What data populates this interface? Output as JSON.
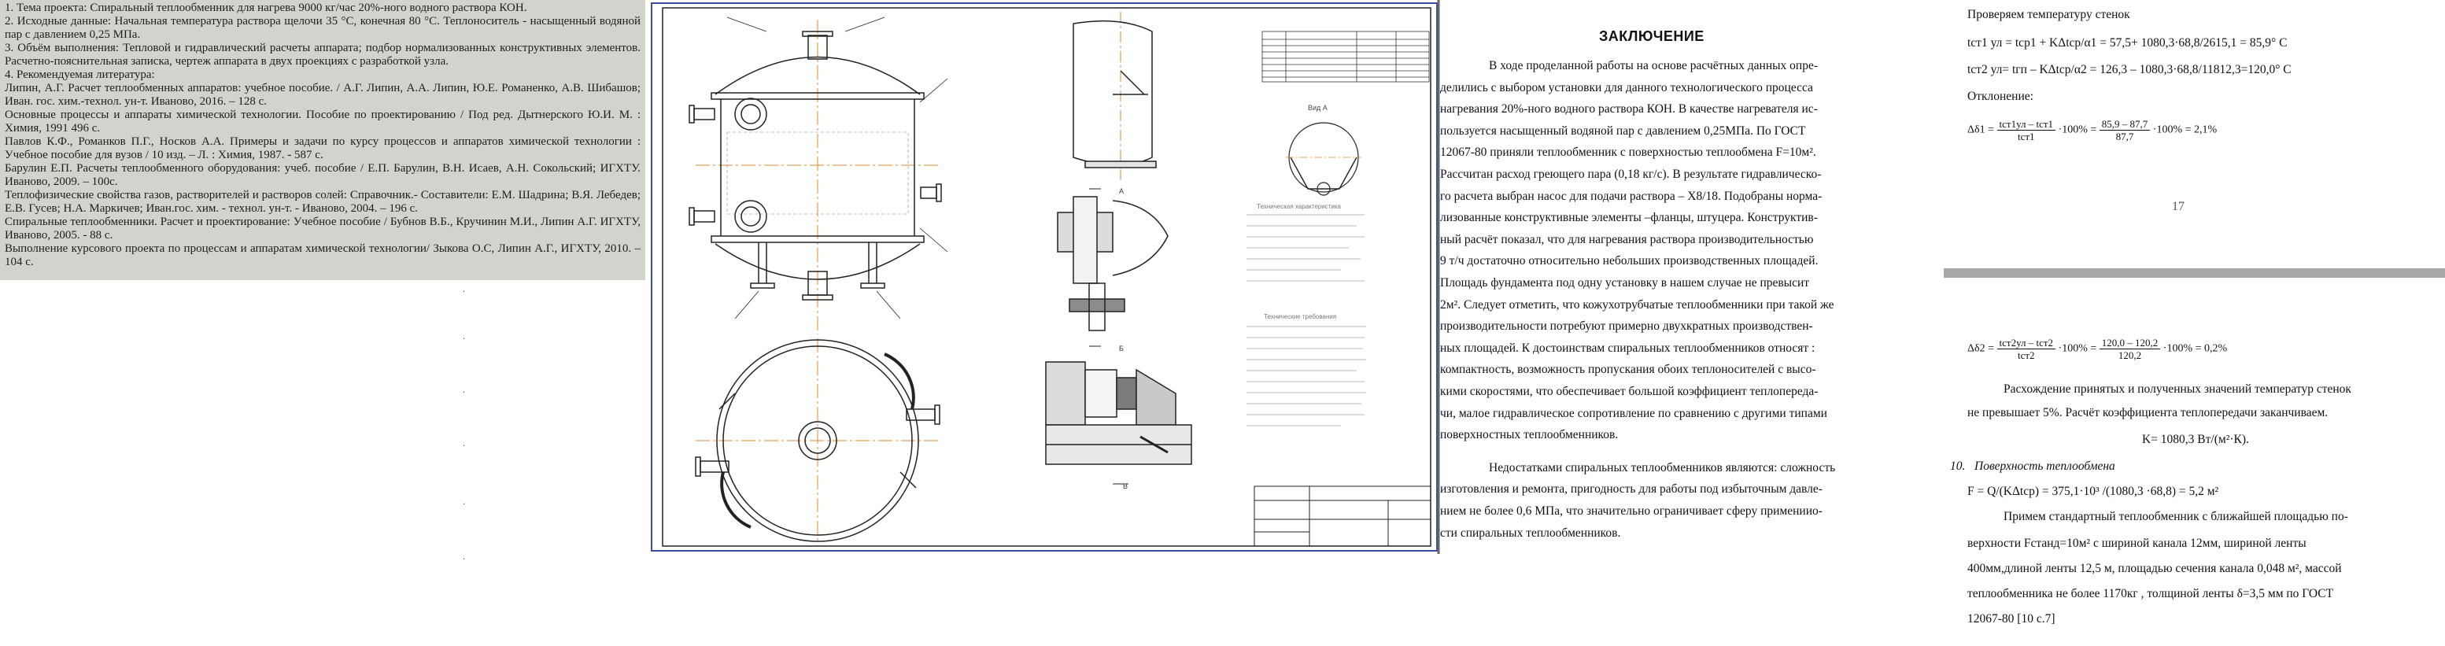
{
  "scan": {
    "paragraphs": [
      "1. Тема проекта:   Спиральный   теплообменник для нагрева 9000 кг/час 20%-ного водного раствора КОН.",
      "2. Исходные данные: Начальная температура раствора щелочи 35 °С, конечная 80 °С. Теплоноситель - насыщенный водяной пар с давлением 0,25 МПа.",
      "3. Объём выполнения: Тепловой и гидравлический расчеты аппарата; подбор нормализованных конструктивных элементов. Расчетно-пояснительная записка, чертеж аппарата в двух проекциях с разработкой узла.",
      "4. Рекомендуемая литература:",
      "Липин, А.Г. Расчет теплообменных аппаратов: учебное пособие. / А.Г. Липин, А.А. Липин, Ю.Е. Романенко, А.В. Шибашов; Иван. гос. хим.-технол. ун-т.   Иваново, 2016. – 128 с.",
      "Основные процессы и аппараты химической технологии. Пособие по проектированию / Под ред. Дытнерского Ю.И.    М. : Химия, 1991    496 с.",
      "Павлов К.Ф., Романков П.Г., Носков А.А. Примеры и задачи по курсу процессов и аппаратов химической технологии : Учебное пособие для вузов / 10 изд. – Л. : Химия, 1987. - 587 с.",
      "Барулин Е.П. Расчеты теплообменного оборудования: учеб. пособие / Е.П. Барулин, В.Н. Исаев, А.Н. Сокольский; ИГХТУ.   Иваново, 2009. – 100с.",
      "Теплофизические свойства газов, растворителей и растворов солей: Справочник.- Составители: Е.М. Шадрина; В.Я. Лебедев; Е.В. Гусев; Н.А. Маркичев; Иван.гос. хим. - технол. ун-т. - Иваново, 2004. – 196 с.",
      "Спиральные теплообменники. Расчет и проектирование: Учебное пособие / Бубнов В.Б., Кручинин М.И., Липин А.Г. ИГХТУ, Иваново, 2005. - 88 с.",
      "Выполнение курсового проекта по процессам и аппаратам химической технологии/ Зыкова О.С, Липин А.Г., ИГХТУ, 2010. – 104 с."
    ],
    "dots": [
      ".",
      ".",
      ".",
      ".",
      ".",
      "."
    ]
  },
  "drawing": {
    "notes_title": "Технические требования",
    "chars_title": "Техническая характеристика",
    "view_label": "Вид А",
    "node_labels": [
      "А",
      "Б",
      "В"
    ]
  },
  "conclusion": {
    "title": "ЗАКЛЮЧЕНИЕ",
    "lines": [
      "В ходе проделанной работы на основе расчётных данных опре-",
      "делились с выбором установки для данного технологического процесса",
      "нагревания 20%-ного водного раствора КОН. В качестве нагревателя ис-",
      "пользуется насыщенный водяной пар с давлением 0,25МПа. По ГОСТ",
      "12067-80 приняли теплообменник с поверхностью теплообмена F=10м².",
      "Рассчитан расход греющего пара (0,18 кг/с). В результате гидравлическо-",
      "го расчета выбран насос для подачи раствора – X8/18. Подобраны норма-",
      "лизованные конструктивные элементы –фланцы, штуцера. Конструктив-",
      "ный расчёт показал, что для нагревания  раствора  производительностью",
      "9 т/ч достаточно относительно небольших производственных площадей.",
      "Площадь фундамента под одну установку в нашем случае не превысит",
      "2м². Следует отметить, что кожухотрубчатые теплообменники при такой же",
      "производительности потребуют примерно двухкратных производствен-",
      "ных площадей. К достоинствам спиральных теплообменников относят :",
      "компактность, возможность пропускания обоих теплоносителей с высо-",
      "кими скоростями, что обеспечивает большой коэффициент теплопереда-",
      "чи, малое гидравлическое сопротивление по сравнению с другими типами",
      "поверхностных теплообменников.",
      "Недостатками спиральных теплообменников являются: сложность",
      "изготовления и ремонта, пригодность для работы под избыточным давле-",
      "нием не более 0,6 МПа, что значительно ограничивает сферу примениио-",
      "сти спиральных теплообменников."
    ]
  },
  "calc": {
    "check_title": "Проверяем температуру стенок",
    "tst1": "tст1 ул = tср1 + KΔtср/α1 = 57,5+ 1080,3·68,8/2615,1 = 85,9° С",
    "tst2": "tст2 ул= tгп – KΔtср/α2 = 126,3 – 1080,3·68,8/11812,3=120,0° С",
    "deviation": "Отклонение:",
    "d1_lhs": "Δδ1 =",
    "d1_num": "tст1ул – tст1",
    "d1_den": "tст1",
    "d1_rhs_num": "85,9 – 87,7",
    "d1_rhs_den": "87,7",
    "d1_result": "·100% = 2,1%",
    "page_no": "17",
    "d2_lhs": "Δδ2 =",
    "d2_num": "tст2ул – tст2",
    "d2_den": "tст2",
    "d2_rhs_num": "120,0 – 120,2",
    "d2_rhs_den": "120,2",
    "d2_result": "·100% = 0,2%",
    "p1": "Расхождение принятых и полученных значений температур стенок",
    "p2": "не превышает 5%. Расчёт коэффициента теплопередачи заканчиваем.",
    "kval": "K= 1080,3 Вт/(м²·К).",
    "sec_no": "10.",
    "sec_title": "Поверхность теплообмена",
    "fcalc": "F = Q/(KΔtср) =  375,1·10³ /(1080,3 ·68,8) = 5,2 м²",
    "l1": "Примем стандартный теплообменник с ближайшей площадью по-",
    "l2": "верхности Fстанд=10м²   с шириной канала 12мм,  шириной ленты",
    "l3": "400мм,длиной ленты 12,5 м, площадью сечения канала 0,048 м², массой",
    "l4": "теплообменника не более 1170кг , толщиной ленты δ=3,5 мм по ГОСТ",
    "l5": "12067-80 [10 с.7]"
  }
}
